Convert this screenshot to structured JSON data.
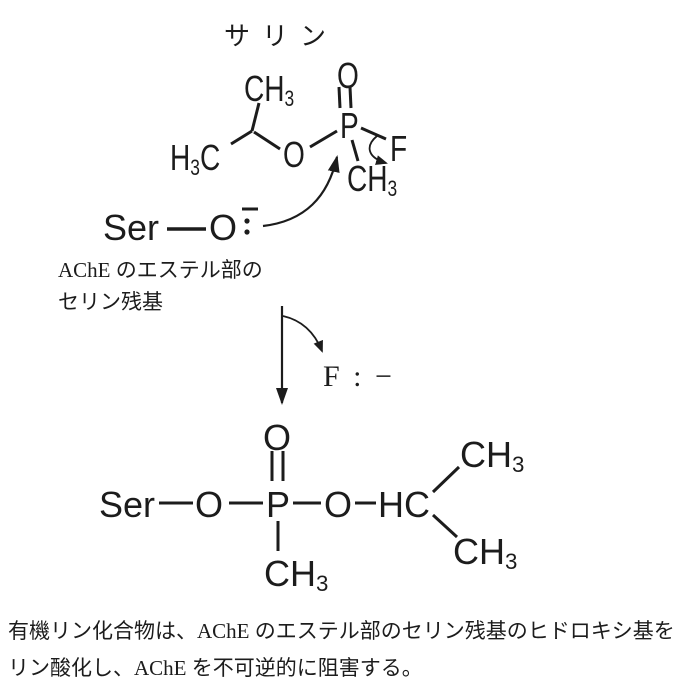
{
  "palette": {
    "ink": "#1c1c1c",
    "background": "#ffffff"
  },
  "title": "サリン",
  "sarin": {
    "ch3_top": {
      "main": "CH",
      "sub": "3"
    },
    "h3c": {
      "h": "H",
      "sub": "3",
      "c": "C"
    },
    "ester_o": "O",
    "p": "P",
    "carbonyl_o": "O",
    "f": "F",
    "p_ch3": {
      "main": "CH",
      "sub": "3"
    }
  },
  "nucleophile": {
    "ser": "Ser",
    "o": "O",
    "caption_line1": "AChE のエステル部の",
    "caption_line2": "セリン残基"
  },
  "leaving_group": {
    "label": "F : −"
  },
  "product": {
    "ser": "Ser",
    "o_left": "O",
    "p": "P",
    "top_o": "O",
    "o_right": "O",
    "hc": "HC",
    "ch3_upper": {
      "main": "CH",
      "sub": "3"
    },
    "ch3_lower": {
      "main": "CH",
      "sub": "3"
    },
    "p_ch3": {
      "main": "CH",
      "sub": "3"
    }
  },
  "footer": {
    "line1": "有機リン化合物は、AChE のエステル部のセリン残基のヒドロキシ基を",
    "line2": "リン酸化し、AChE を不可逆的に阻害する。"
  }
}
